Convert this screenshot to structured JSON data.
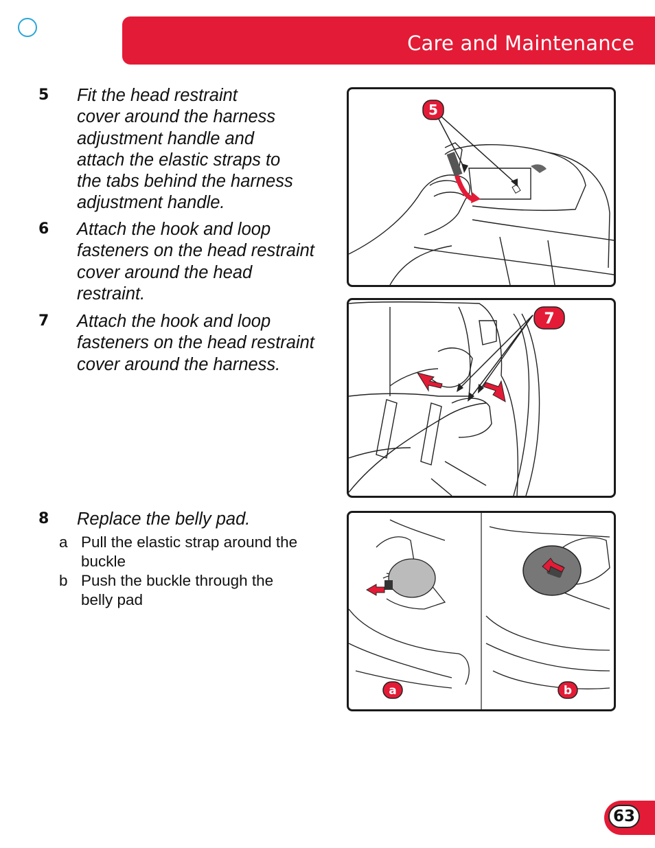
{
  "header": {
    "title": "Care and Maintenance"
  },
  "steps": [
    {
      "number": "5",
      "lines": [
        "Fit the head restraint",
        "cover around the harness",
        "adjustment handle and",
        "attach the elastic straps to",
        "the tabs behind the harness",
        "adjustment handle."
      ]
    },
    {
      "number": "6",
      "lines": [
        "Attach the hook and loop",
        "fasteners on the head restraint",
        "cover around the head",
        "restraint."
      ]
    },
    {
      "number": "7",
      "lines": [
        "Attach the hook and loop",
        "fasteners on the head restraint",
        "cover around the harness."
      ]
    },
    {
      "number": "8",
      "lines": [
        "Replace the belly pad."
      ]
    }
  ],
  "substeps": [
    {
      "letter": "a",
      "lines": [
        "Pull the elastic strap around the",
        "buckle"
      ]
    },
    {
      "letter": "b",
      "lines": [
        "Push the buckle through the",
        "belly pad"
      ]
    }
  ],
  "figures": {
    "fig5_badge": "5",
    "fig7_badge": "7",
    "fig8_badge_a": "a",
    "fig8_badge_b": "b"
  },
  "page_number": "63",
  "colors": {
    "accent": "#e41b36",
    "circle": "#2aa6d8"
  }
}
